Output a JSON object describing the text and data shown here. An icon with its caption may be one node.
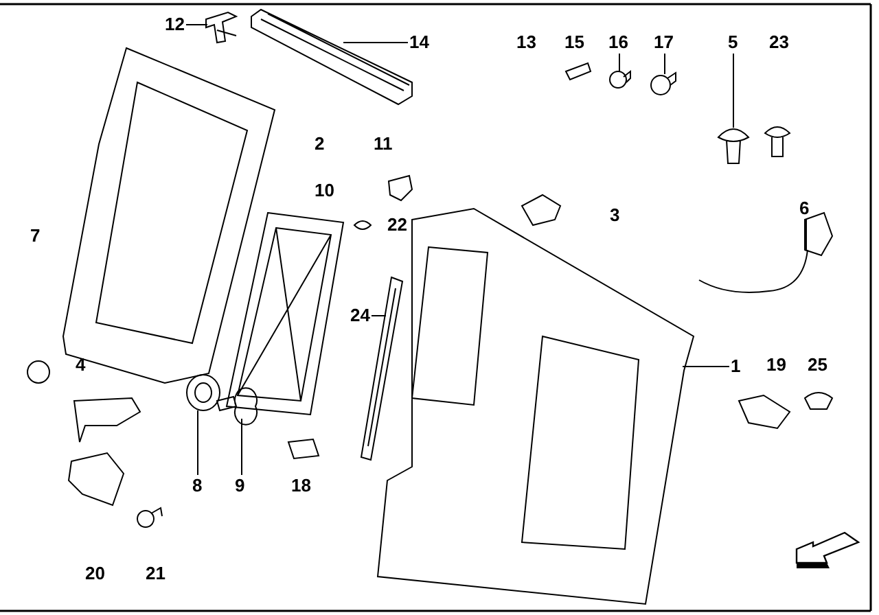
{
  "diagram": {
    "nodes": [
      {
        "text": [
          "12"
        ]
      },
      {
        "text": [],
        "shape": "picture"
      },
      {
        "text": [
          "14"
        ]
      },
      {
        "text": [],
        "shape": "picture"
      },
      {
        "text": [
          "16"
        ]
      },
      {
        "text": [],
        "shape": "picture"
      },
      {
        "text": [
          "17"
        ]
      },
      {
        "text": [],
        "shape": "picture"
      },
      {
        "text": [
          "5"
        ]
      },
      {
        "text": [],
        "shape": "picture"
      },
      {
        "text": [
          "6"
        ]
      },
      {
        "text": [],
        "shape": "picture"
      },
      {
        "text": [
          "24"
        ]
      },
      {
        "text": [],
        "shape": "picture"
      },
      {
        "text": [
          "1"
        ]
      },
      {
        "text": [],
        "shape": "picture"
      },
      {
        "text": [
          "8"
        ]
      },
      {
        "text": [],
        "shape": "picture"
      },
      {
        "text": [
          "9"
        ]
      },
      {
        "text": [],
        "shape": "picture"
      }
    ],
    "edges": [
      {
        "from": 0,
        "to": 1,
        "arrow": "none"
      },
      {
        "from": 2,
        "to": 3,
        "arrow": "none"
      },
      {
        "from": 4,
        "to": 5,
        "arrow": "none"
      },
      {
        "from": 6,
        "to": 7,
        "arrow": "none"
      },
      {
        "from": 8,
        "to": 9,
        "arrow": "none"
      },
      {
        "from": 10,
        "to": 11,
        "arrow": "none"
      },
      {
        "from": 12,
        "to": 13,
        "arrow": "none"
      },
      {
        "from": 14,
        "to": 15,
        "arrow": "none"
      },
      {
        "from": 16,
        "to": 17,
        "arrow": "none"
      },
      {
        "from": 18,
        "to": 19,
        "arrow": "none"
      }
    ],
    "labels": [
      "13",
      "15",
      "23",
      "2",
      "11",
      "10",
      "22",
      "3",
      "7",
      "4",
      "19",
      "25",
      "18",
      "20",
      "21"
    ]
  }
}
